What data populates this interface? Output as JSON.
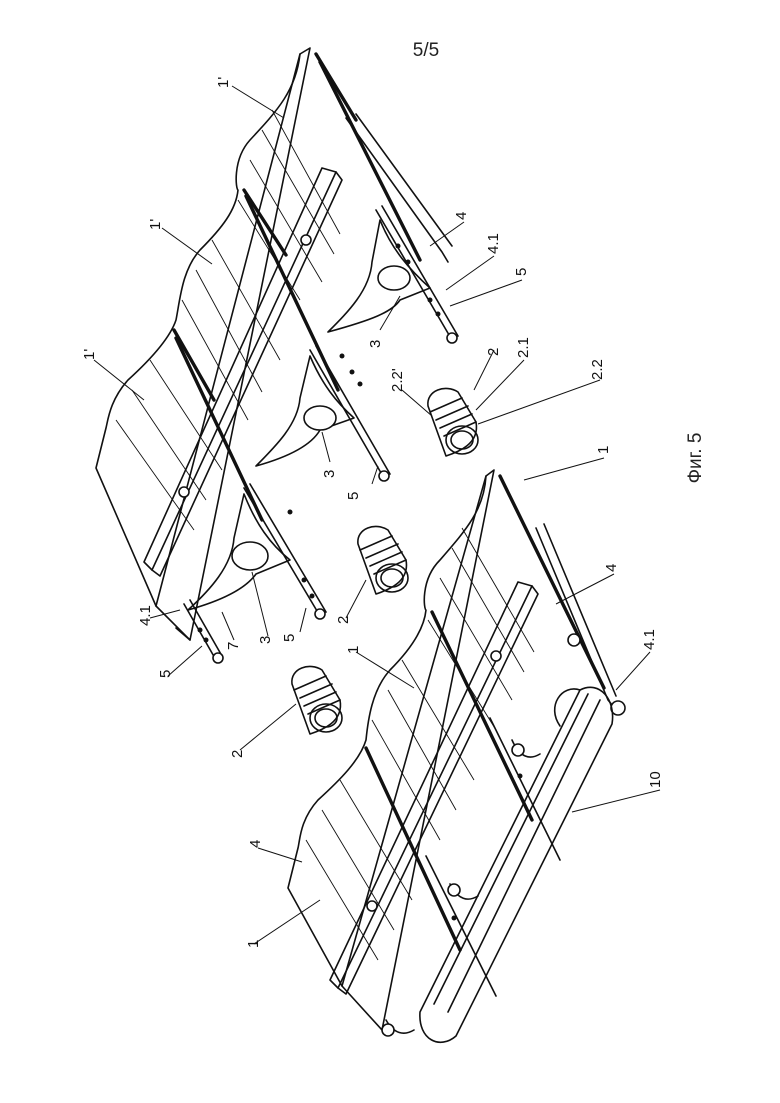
{
  "page": {
    "sheet_number": "5/5",
    "figure_caption": "Фиг. 5"
  },
  "labels": {
    "panel_upper_top": "1'",
    "panel_upper_mid": "1'",
    "panel_upper_left": "1'",
    "tube_upper_right": "4",
    "tube_end_upper_right": "4.1",
    "rod_upper_right": "5",
    "bracket_upper_right": "3",
    "float_upper": "2",
    "float_upper_part_a": "2.1",
    "float_upper_part_b": "2.2",
    "float_upper_part_c": "2.2'",
    "bracket_upper_mid": "3",
    "rod_upper_mid": "5",
    "float_middle": "2",
    "bracket_upper_left": "3",
    "rod_upper_left_inner": "5",
    "beam_upper": "7",
    "tube_end_upper_left": "4.1",
    "rod_upper_left_outer": "5",
    "float_lower": "2",
    "panel_lower_right": "1",
    "tube_lower_right": "4",
    "tube_end_lower_right": "4.1",
    "panel_lower_mid": "1",
    "pontoon_lower": "10",
    "tube_lower_left": "4",
    "panel_lower_left": "1"
  },
  "colors": {
    "ink": "#111111",
    "paper": "#ffffff"
  }
}
